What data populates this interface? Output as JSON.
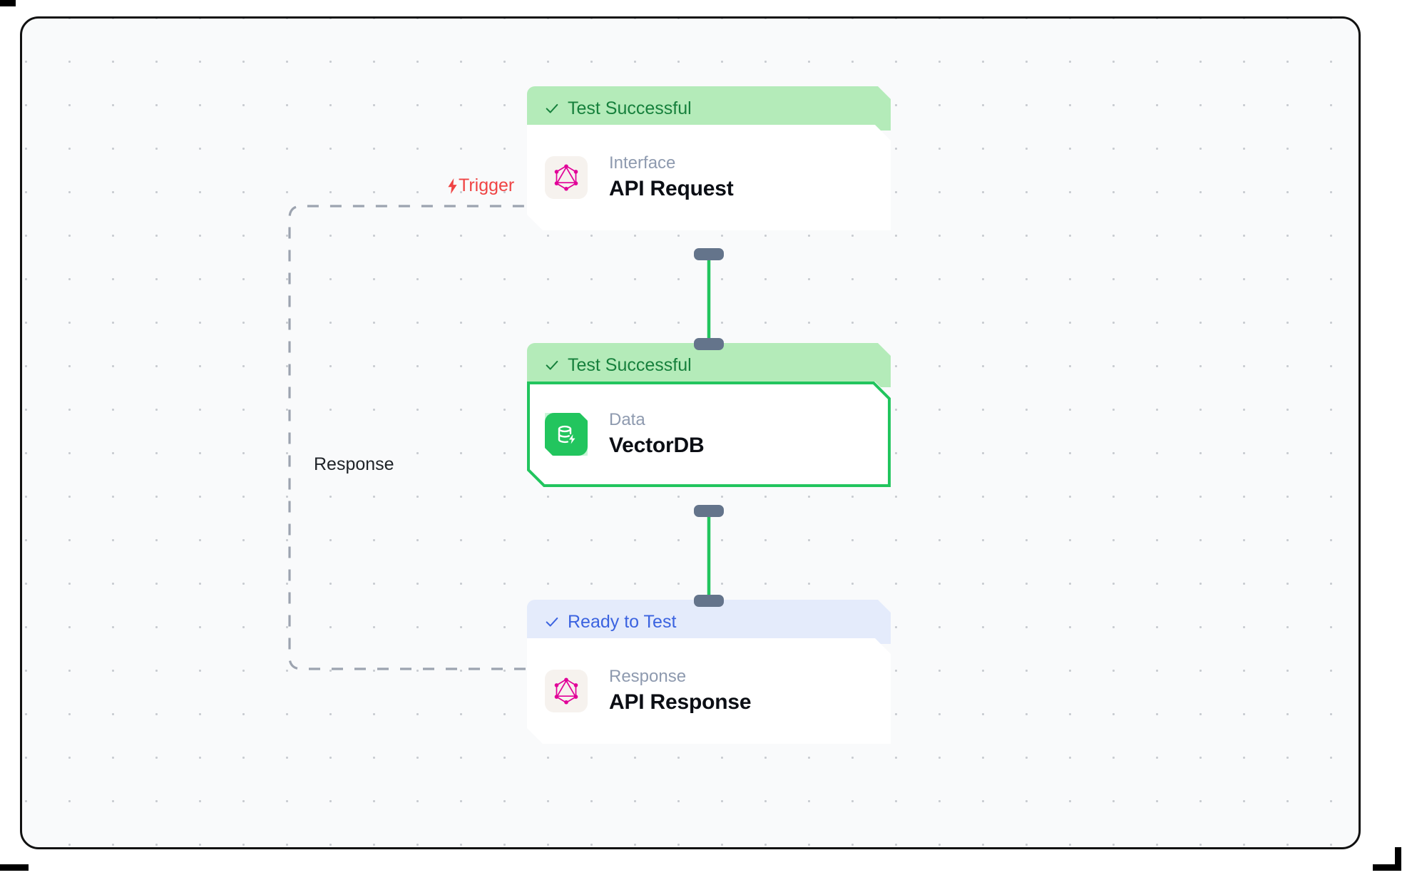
{
  "canvas": {
    "background_color": "#f9fafb",
    "grid": "dot-grid",
    "border_color": "#111111"
  },
  "edges": [
    {
      "id": "trigger-edge",
      "label": "Trigger",
      "icon": "lightning-bolt-icon",
      "color": "#ef4444",
      "style": "dashed",
      "from": "api-response",
      "to": "api-request"
    },
    {
      "id": "response-edge",
      "label": "Response",
      "color": "#1f2328",
      "style": "dashed"
    },
    {
      "id": "request-to-vectordb",
      "label": "",
      "color": "#22c55e",
      "style": "solid",
      "from": "api-request",
      "to": "vectordb"
    },
    {
      "id": "vectordb-to-response",
      "label": "",
      "color": "#22c55e",
      "style": "solid",
      "from": "vectordb",
      "to": "api-response"
    }
  ],
  "nodes": [
    {
      "id": "api-request",
      "status": "Test Successful",
      "status_type": "success",
      "status_icon": "check-icon",
      "status_bg": "#b4ebb9",
      "status_color": "#16803c",
      "kind": "Interface",
      "title": "API Request",
      "icon": "graphql-icon",
      "icon_color": "#e10098",
      "selected": false
    },
    {
      "id": "vectordb",
      "status": "Test Successful",
      "status_type": "success",
      "status_icon": "check-icon",
      "status_bg": "#b4ebb9",
      "status_color": "#16803c",
      "kind": "Data",
      "title": "VectorDB",
      "icon": "database-lightning-icon",
      "icon_color": "#22c55e",
      "selected": true
    },
    {
      "id": "api-response",
      "status": "Ready to Test",
      "status_type": "ready",
      "status_icon": "check-icon",
      "status_bg": "#e4ebfb",
      "status_color": "#3b63e0",
      "kind": "Response",
      "title": "API Response",
      "icon": "graphql-icon",
      "icon_color": "#e10098",
      "selected": false
    }
  ]
}
